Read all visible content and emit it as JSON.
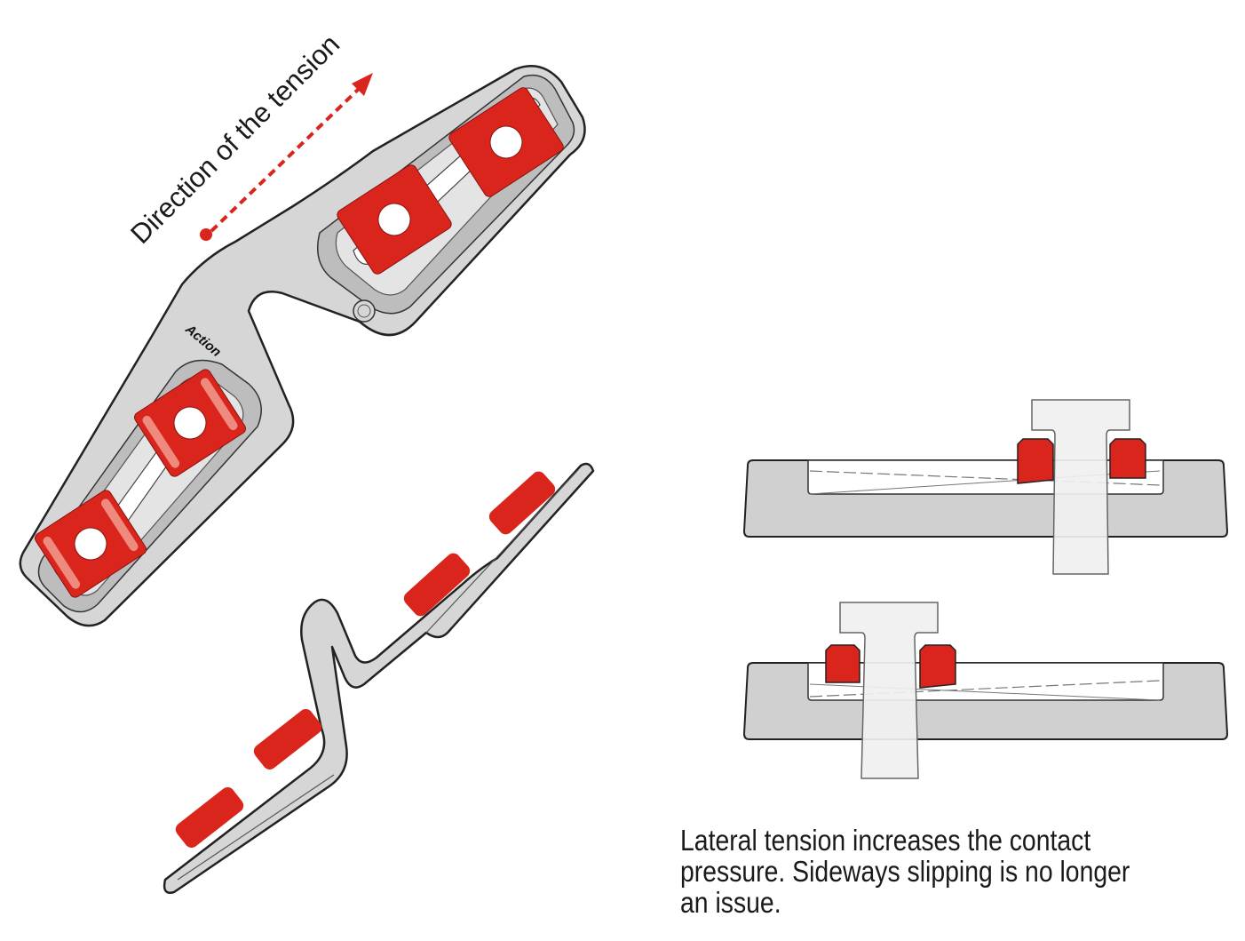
{
  "diagram": {
    "tension_label": "Direction of the tension",
    "brand_logo": "Action",
    "caption": "Lateral tension increases the contact pressure. Sideways slipping is no longer an issue."
  },
  "colors": {
    "pad_red": "#d9251c",
    "pad_highlight": "#ef8a7e",
    "plate_grey": "#d4d4d4",
    "plate_light": "#e9e9e9",
    "outline": "#222222",
    "arrow_red": "#d9251c"
  }
}
